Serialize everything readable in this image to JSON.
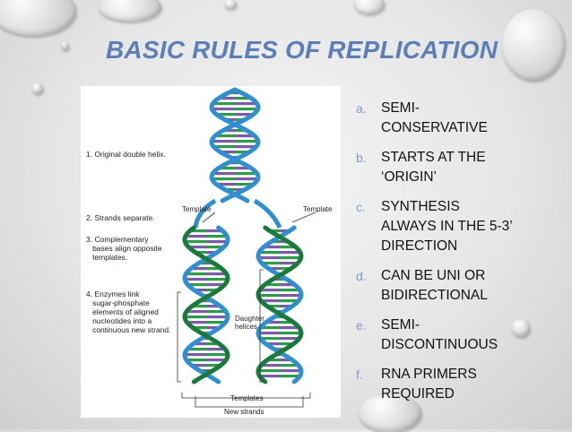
{
  "slide": {
    "title": "BASIC RULES OF REPLICATION"
  },
  "figure": {
    "steps": [
      "1. Original double helix.",
      "2. Strands separate.",
      "3. Complementary\n   bases align opposite\n   templates.",
      "4. Enzymes link\n   sugar-phosphate\n   elements of aligned\n   nucleotides into a\n   continuous new strand."
    ],
    "labels": {
      "template_left": "Template",
      "template_right": "Template",
      "daughter": "Daughter\nhelices",
      "templates": "Templates",
      "new_strands": "New strands"
    }
  },
  "rules": [
    {
      "marker": "a.",
      "text": "SEMI-\nCONSERVATIVE"
    },
    {
      "marker": "b.",
      "text": "STARTS AT THE\n‘ORIGIN’"
    },
    {
      "marker": "c.",
      "text": "SYNTHESIS\nALWAYS IN THE 5-3’\nDIRECTION"
    },
    {
      "marker": "d.",
      "text": "CAN BE UNI OR\nBIDIRECTIONAL"
    },
    {
      "marker": "e.",
      "text": "SEMI-\nDISCONTINUOUS"
    },
    {
      "marker": "f.",
      "text": "RNA PRIMERS\nREQUIRED"
    }
  ],
  "colors": {
    "title": "#5b7fb8",
    "marker": "#7f9cc9",
    "strand_template": "#2f8fd0",
    "strand_new": "#1a7a3c",
    "base_purple": "#7b5aa6",
    "base_green": "#2e9a4a"
  }
}
